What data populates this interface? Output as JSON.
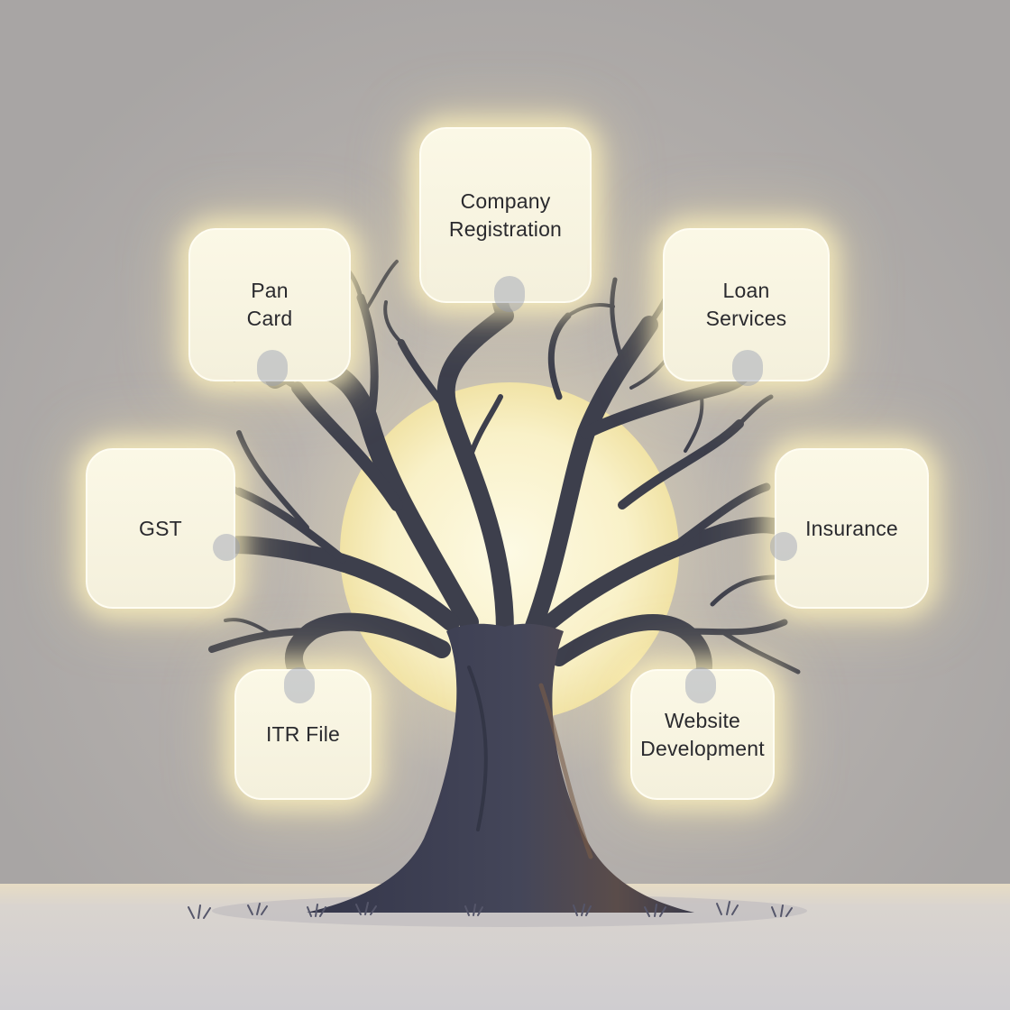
{
  "services": {
    "company_registration": "Company\nRegistration",
    "pan_card": "Pan\nCard",
    "loan_services": "Loan\nServices",
    "gst": "GST",
    "insurance": "Insurance",
    "itr_file": "ITR File",
    "website_development": "Website\nDevelopment"
  },
  "colors": {
    "background": "#a9a6a5",
    "card_fill": "#f8f5e2",
    "card_glow": "#fff3be",
    "tree": "#3d3f4c",
    "sun": "#fbf6d6"
  }
}
